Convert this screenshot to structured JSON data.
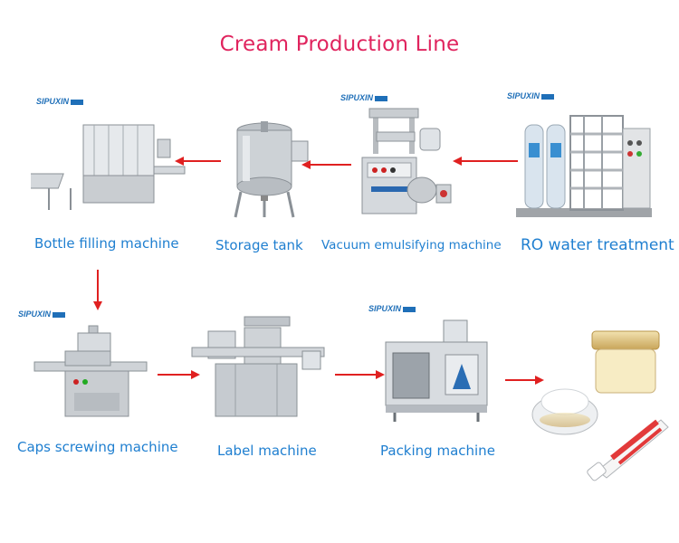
{
  "title": "Cream Production Line",
  "brand": "SIPUXIN",
  "steps": [
    {
      "label": "RO water treatment"
    },
    {
      "label": "Vacuum emulsifying machine"
    },
    {
      "label": "Storage tank"
    },
    {
      "label": "Bottle filling machine"
    },
    {
      "label": "Caps screwing machine"
    },
    {
      "label": "Label machine"
    },
    {
      "label": "Packing machine"
    }
  ],
  "colors": {
    "title": "#e0245e",
    "label": "#1f7fd0",
    "arrow": "#e02020",
    "brand": "#1f6fb8"
  }
}
